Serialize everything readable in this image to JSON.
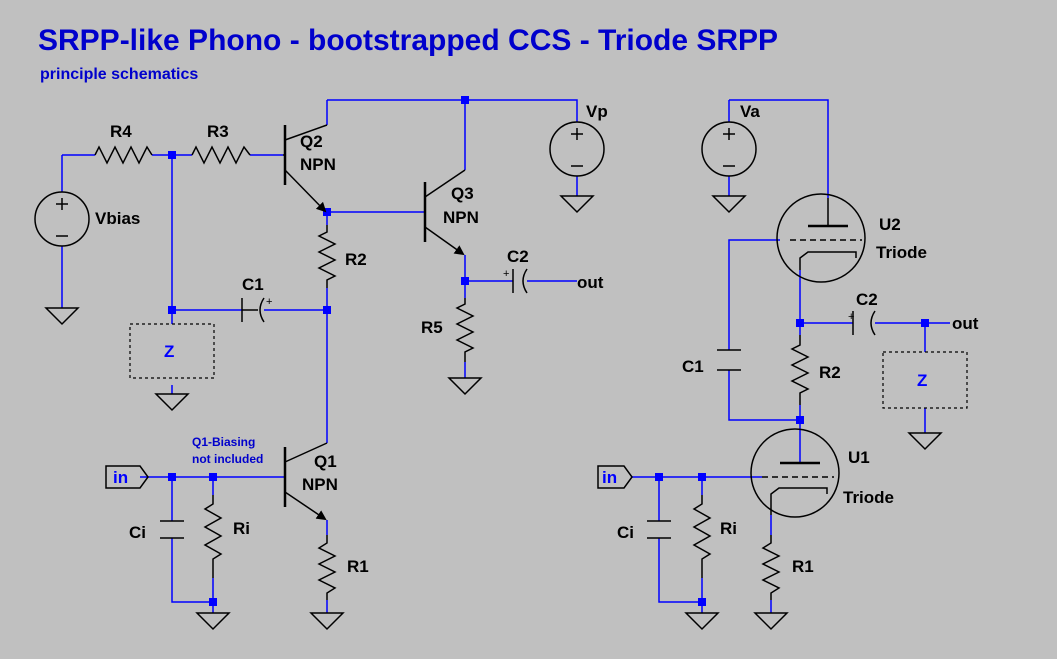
{
  "title": "SRPP-like Phono - bootstrapped CCS - Triode SRPP",
  "subtitle": "principle schematics",
  "colors": {
    "background": "#c0c0c0",
    "wire": "#0000ff",
    "component": "#000000",
    "title": "#0000cc"
  },
  "left": {
    "R4": "R4",
    "R3": "R3",
    "R2": "R2",
    "R1": "R1",
    "R5": "R5",
    "Q1": "Q1",
    "Q1_type": "NPN",
    "Q2": "Q2",
    "Q2_type": "NPN",
    "Q3": "Q3",
    "Q3_type": "NPN",
    "Vbias": "Vbias",
    "Vp": "Vp",
    "C1": "C1",
    "C2": "C2",
    "Ci": "Ci",
    "Ri": "Ri",
    "Z": "Z",
    "in": "in",
    "out": "out",
    "note1": "Q1-Biasing",
    "note2": "not included"
  },
  "right": {
    "Va": "Va",
    "U2": "U2",
    "U2_type": "Triode",
    "U1": "U1",
    "U1_type": "Triode",
    "C1": "C1",
    "C2": "C2",
    "R2": "R2",
    "R1": "R1",
    "Ci": "Ci",
    "Ri": "Ri",
    "Z": "Z",
    "in": "in",
    "out": "out"
  }
}
